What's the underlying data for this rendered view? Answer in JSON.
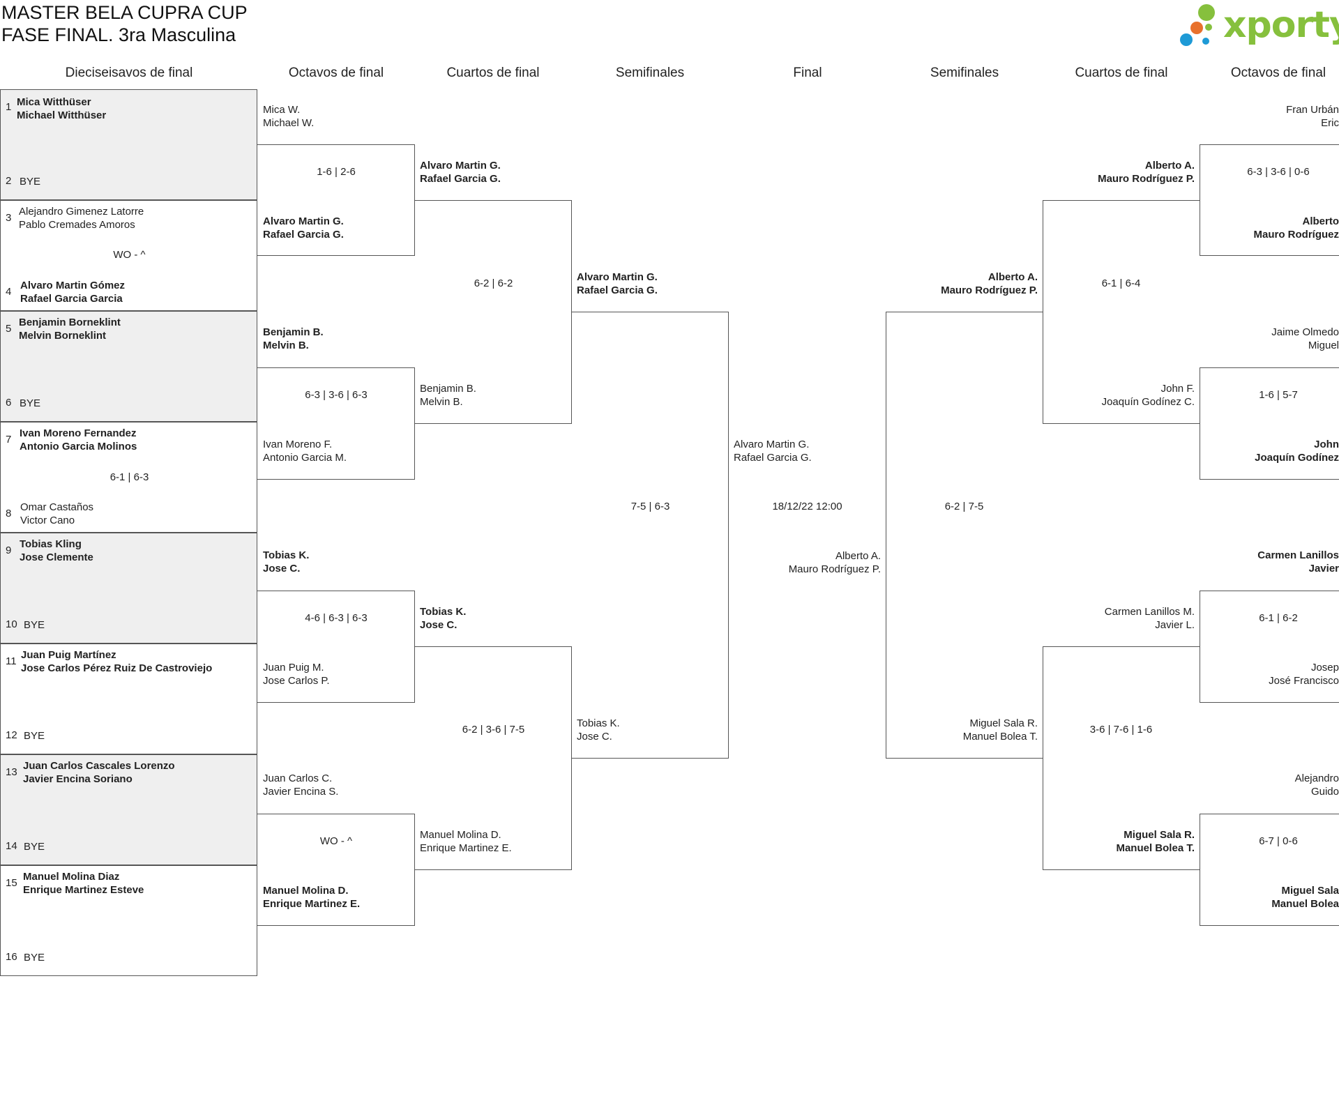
{
  "title": {
    "line1": "MASTER BELA CUPRA CUP",
    "line2": "FASE FINAL. 3ra Masculina"
  },
  "logo": {
    "text": "xporty",
    "colors": [
      "#86c03d",
      "#e8712c",
      "#1e9ad6"
    ]
  },
  "headers": {
    "r32": "Dieciseisavos de final",
    "r16_left": "Octavos de final",
    "qf_left": "Cuartos de final",
    "sf_left": "Semifinales",
    "final": "Final",
    "sf_right": "Semifinales",
    "qf_right": "Cuartos de final",
    "r16_right": "Octavos de final"
  },
  "r32": [
    {
      "seed_a": "1",
      "a1": "Mica Witthüser",
      "a2": "Michael Witthüser",
      "seed_b": "2",
      "b1": "BYE",
      "b2": "",
      "result": ""
    },
    {
      "seed_a": "3",
      "a1": "Alejandro Gimenez Latorre",
      "a2": "Pablo Cremades Amoros",
      "seed_b": "4",
      "b1": "Alvaro Martin Gómez",
      "b2": "Rafael Garcia Garcia",
      "result": "WO - ^"
    },
    {
      "seed_a": "5",
      "a1": "Benjamin Borneklint",
      "a2": "Melvin Borneklint",
      "seed_b": "6",
      "b1": "BYE",
      "b2": "",
      "result": ""
    },
    {
      "seed_a": "7",
      "a1": "Ivan Moreno Fernandez",
      "a2": "Antonio Garcia Molinos",
      "seed_b": "8",
      "b1": "Omar Castaños",
      "b2": "Victor Cano",
      "result": "6-1 | 6-3"
    },
    {
      "seed_a": "9",
      "a1": "Tobias Kling",
      "a2": "Jose Clemente",
      "seed_b": "10",
      "b1": "BYE",
      "b2": "",
      "result": ""
    },
    {
      "seed_a": "11",
      "a1": "Juan Puig Martínez",
      "a2": "Jose Carlos Pérez Ruiz De Castroviejo",
      "seed_b": "12",
      "b1": "BYE",
      "b2": "",
      "result": ""
    },
    {
      "seed_a": "13",
      "a1": "Juan Carlos Cascales Lorenzo",
      "a2": "Javier Encina Soriano",
      "seed_b": "14",
      "b1": "BYE",
      "b2": "",
      "result": ""
    },
    {
      "seed_a": "15",
      "a1": "Manuel Molina Diaz",
      "a2": "Enrique Martinez Esteve",
      "seed_b": "16",
      "b1": "BYE",
      "b2": "",
      "result": ""
    }
  ],
  "r16_left": [
    {
      "top1": "Mica W.",
      "top2": "Michael W.",
      "score": "1-6 | 2-6",
      "bot1": "Alvaro Martin G.",
      "bot2": "Rafael Garcia G."
    },
    {
      "top1": "Benjamin B.",
      "top2": "Melvin B.",
      "score": "6-3 | 3-6 | 6-3",
      "bot1": "Ivan Moreno F.",
      "bot2": "Antonio Garcia M."
    },
    {
      "top1": "Tobias K.",
      "top2": "Jose C.",
      "score": "4-6 | 6-3 | 6-3",
      "bot1": "Juan Puig M.",
      "bot2": "Jose Carlos P."
    },
    {
      "top1": "Juan Carlos C.",
      "top2": "Javier Encina S.",
      "score": "WO - ^",
      "bot1": "Manuel Molina D.",
      "bot2": "Enrique Martinez E."
    }
  ],
  "qf_left": [
    {
      "top1": "Alvaro Martin G.",
      "top2": "Rafael Garcia G.",
      "score": "6-2 | 6-2",
      "bot1": "Benjamin B.",
      "bot2": "Melvin B."
    },
    {
      "top1": "Tobias K.",
      "top2": "Jose C.",
      "score": "6-2 | 3-6 | 7-5",
      "bot1": "Manuel Molina D.",
      "bot2": "Enrique Martinez E."
    }
  ],
  "sf_left": {
    "top1": "Alvaro Martin G.",
    "top2": "Rafael Garcia G.",
    "score": "7-5 | 6-3",
    "bot1": "Tobias K.",
    "bot2": "Jose C."
  },
  "final": {
    "top1": "Alvaro Martin G.",
    "top2": "Rafael Garcia G.",
    "date": "18/12/22 12:00",
    "bot1": "Alberto A.",
    "bot2": "Mauro Rodríguez P."
  },
  "sf_right": {
    "top1": "Alberto A.",
    "top2": "Mauro Rodríguez P.",
    "score": "6-2 | 7-5",
    "bot1": "Miguel Sala R.",
    "bot2": "Manuel Bolea T."
  },
  "qf_right": [
    {
      "top1": "Alberto A.",
      "top2": "Mauro Rodríguez P.",
      "score": "6-1 | 6-4",
      "bot1": "John F.",
      "bot2": "Joaquín Godínez C."
    },
    {
      "top1": "Carmen Lanillos M.",
      "top2": "Javier L.",
      "score": "3-6 | 7-6 | 1-6",
      "bot1": "Miguel Sala R.",
      "bot2": "Manuel Bolea T."
    }
  ],
  "r16_right": [
    {
      "top1": "Fran Urbán",
      "top2": "Eric",
      "score": "6-3 | 3-6 | 0-6",
      "bot1": "Alberto",
      "bot2": "Mauro Rodríguez"
    },
    {
      "top1": "Jaime Olmedo",
      "top2": "Miguel",
      "score": "1-6 | 5-7",
      "bot1": "John",
      "bot2": "Joaquín Godínez"
    },
    {
      "top1": "Carmen Lanillos",
      "top2": "Javier",
      "score": "6-1 | 6-2",
      "bot1": "Josep",
      "bot2": "José Francisco"
    },
    {
      "top1": "Alejandro",
      "top2": "Guido",
      "score": "6-7 | 0-6",
      "bot1": "Miguel Sala",
      "bot2": "Manuel Bolea"
    }
  ]
}
